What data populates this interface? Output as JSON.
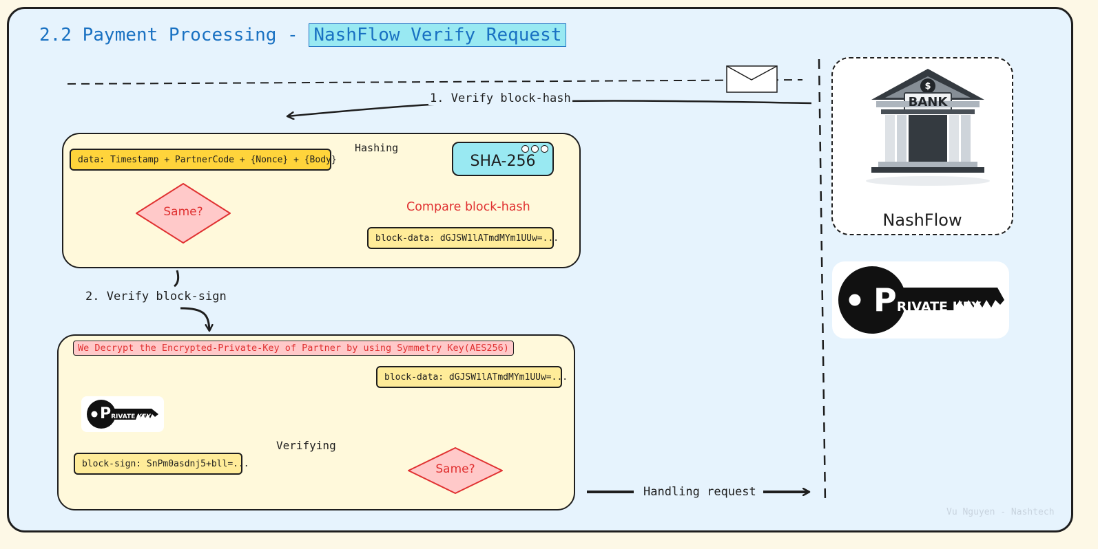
{
  "title": {
    "prefix": "2.2 Payment Processing - ",
    "highlight": "NashFlow Verify Request"
  },
  "steps": {
    "verify_hash": "1. Verify block-hash",
    "verify_sign": "2. Verify block-sign",
    "handling": "Handling request"
  },
  "hash_panel": {
    "data_chip": "data: Timestamp + PartnerCode + {Nonce} + {Body}",
    "hashing_label": "Hashing",
    "algorithm": "SHA-256",
    "compare_label": "Compare block-hash",
    "same_label": "Same?",
    "block_data": "block-data: dGJSW1lATmdMYm1UUw=..."
  },
  "sign_panel": {
    "decrypt_note": "We Decrypt the Encrypted-Private-Key of Partner by using Symmetry Key(AES256)",
    "block_data": "block-data: dGJSW1lATmdMYm1UUw=...",
    "verifying_label": "Verifying",
    "block_sign": "block-sign: SnPm0asdnj5+bll=...",
    "same_label": "Same?",
    "key_text_p": "P",
    "key_text_rest": "RIVATE KEY"
  },
  "nashflow": {
    "bank_sign": "BANK",
    "dollar": "$",
    "label": "NashFlow",
    "key_text_p": "P",
    "key_text_rest": "RIVATE KEY"
  },
  "credit": "Vu Nguyen - Nashtech",
  "colors": {
    "frame_bg": "#e6f3fd",
    "panel_bg": "#fff9db",
    "chip_yellow": "#ffd43b",
    "chip_light": "#ffec99",
    "sha_cyan": "#99e9f2",
    "diamond_pink": "#ffc9c9",
    "accent_red": "#e03131",
    "title_blue": "#1971c2"
  }
}
